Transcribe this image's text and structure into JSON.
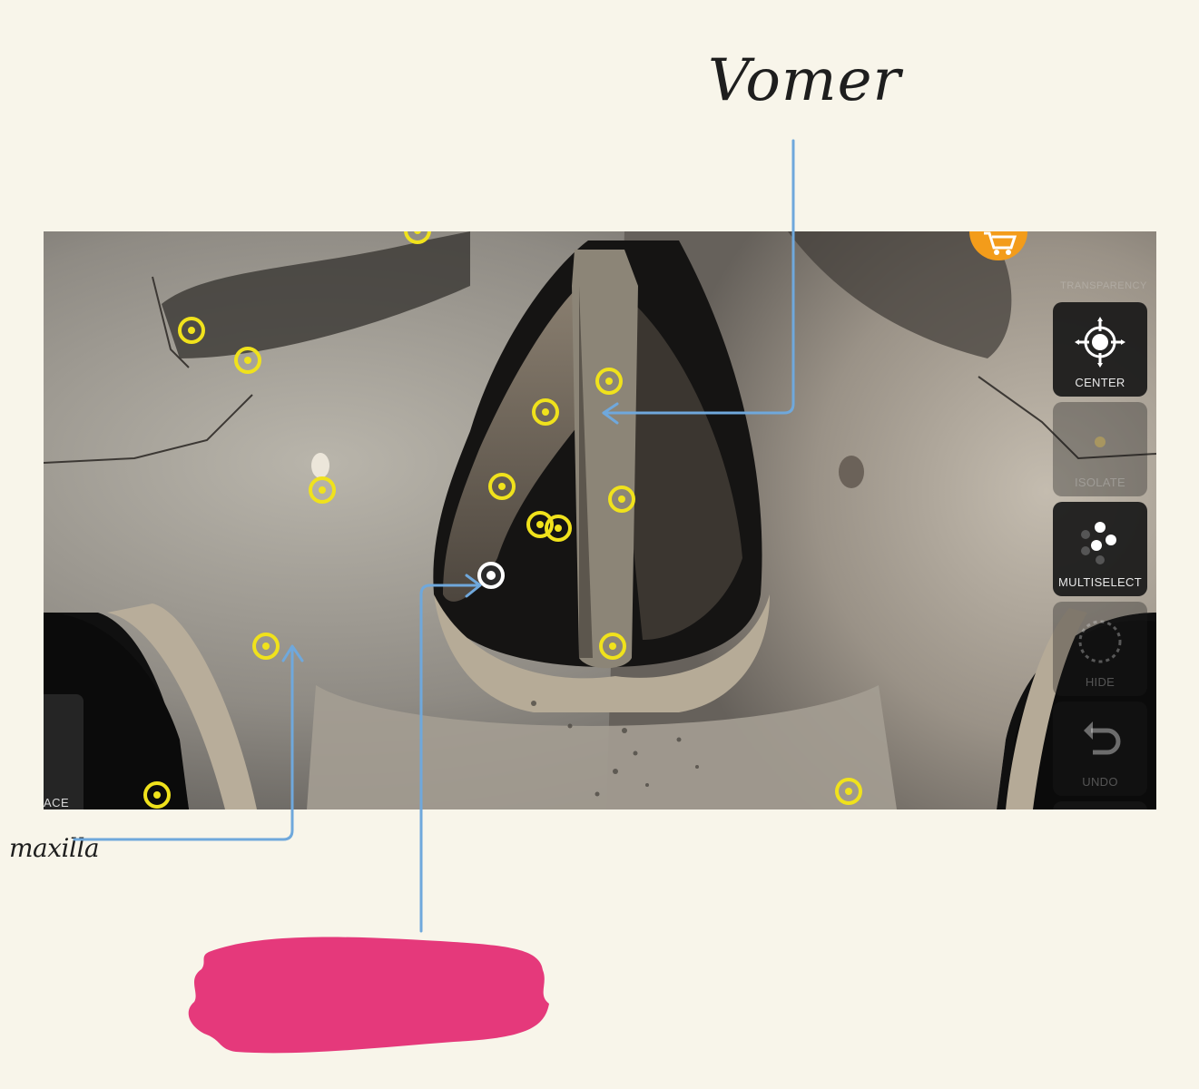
{
  "annotations": {
    "vomer_label": "Vomer",
    "maxilla_label": "maxilla"
  },
  "viewer": {
    "top_faint_label": "TRANSPARENCY",
    "left_panel_label": "ACE",
    "tools": [
      {
        "label": "CENTER",
        "icon": "crosshair-icon",
        "state": "active"
      },
      {
        "label": "ISOLATE",
        "icon": "isolate-icon",
        "state": "disabled"
      },
      {
        "label": "MULTISELECT",
        "icon": "dots-icon",
        "state": "active"
      },
      {
        "label": "HIDE",
        "icon": "dashed-circle-icon",
        "state": "disabled"
      },
      {
        "label": "UNDO",
        "icon": "undo-arrow-icon",
        "state": "disabled"
      }
    ],
    "cart_icon": "shopping-cart-icon"
  },
  "colors": {
    "pin_yellow": "#f0e21c",
    "pin_selected": "#ffffff",
    "arrow_blue": "#6fa8dc",
    "cart_orange": "#f39c1a",
    "redaction_pink": "#e5397b",
    "paper": "#f8f5ea"
  }
}
